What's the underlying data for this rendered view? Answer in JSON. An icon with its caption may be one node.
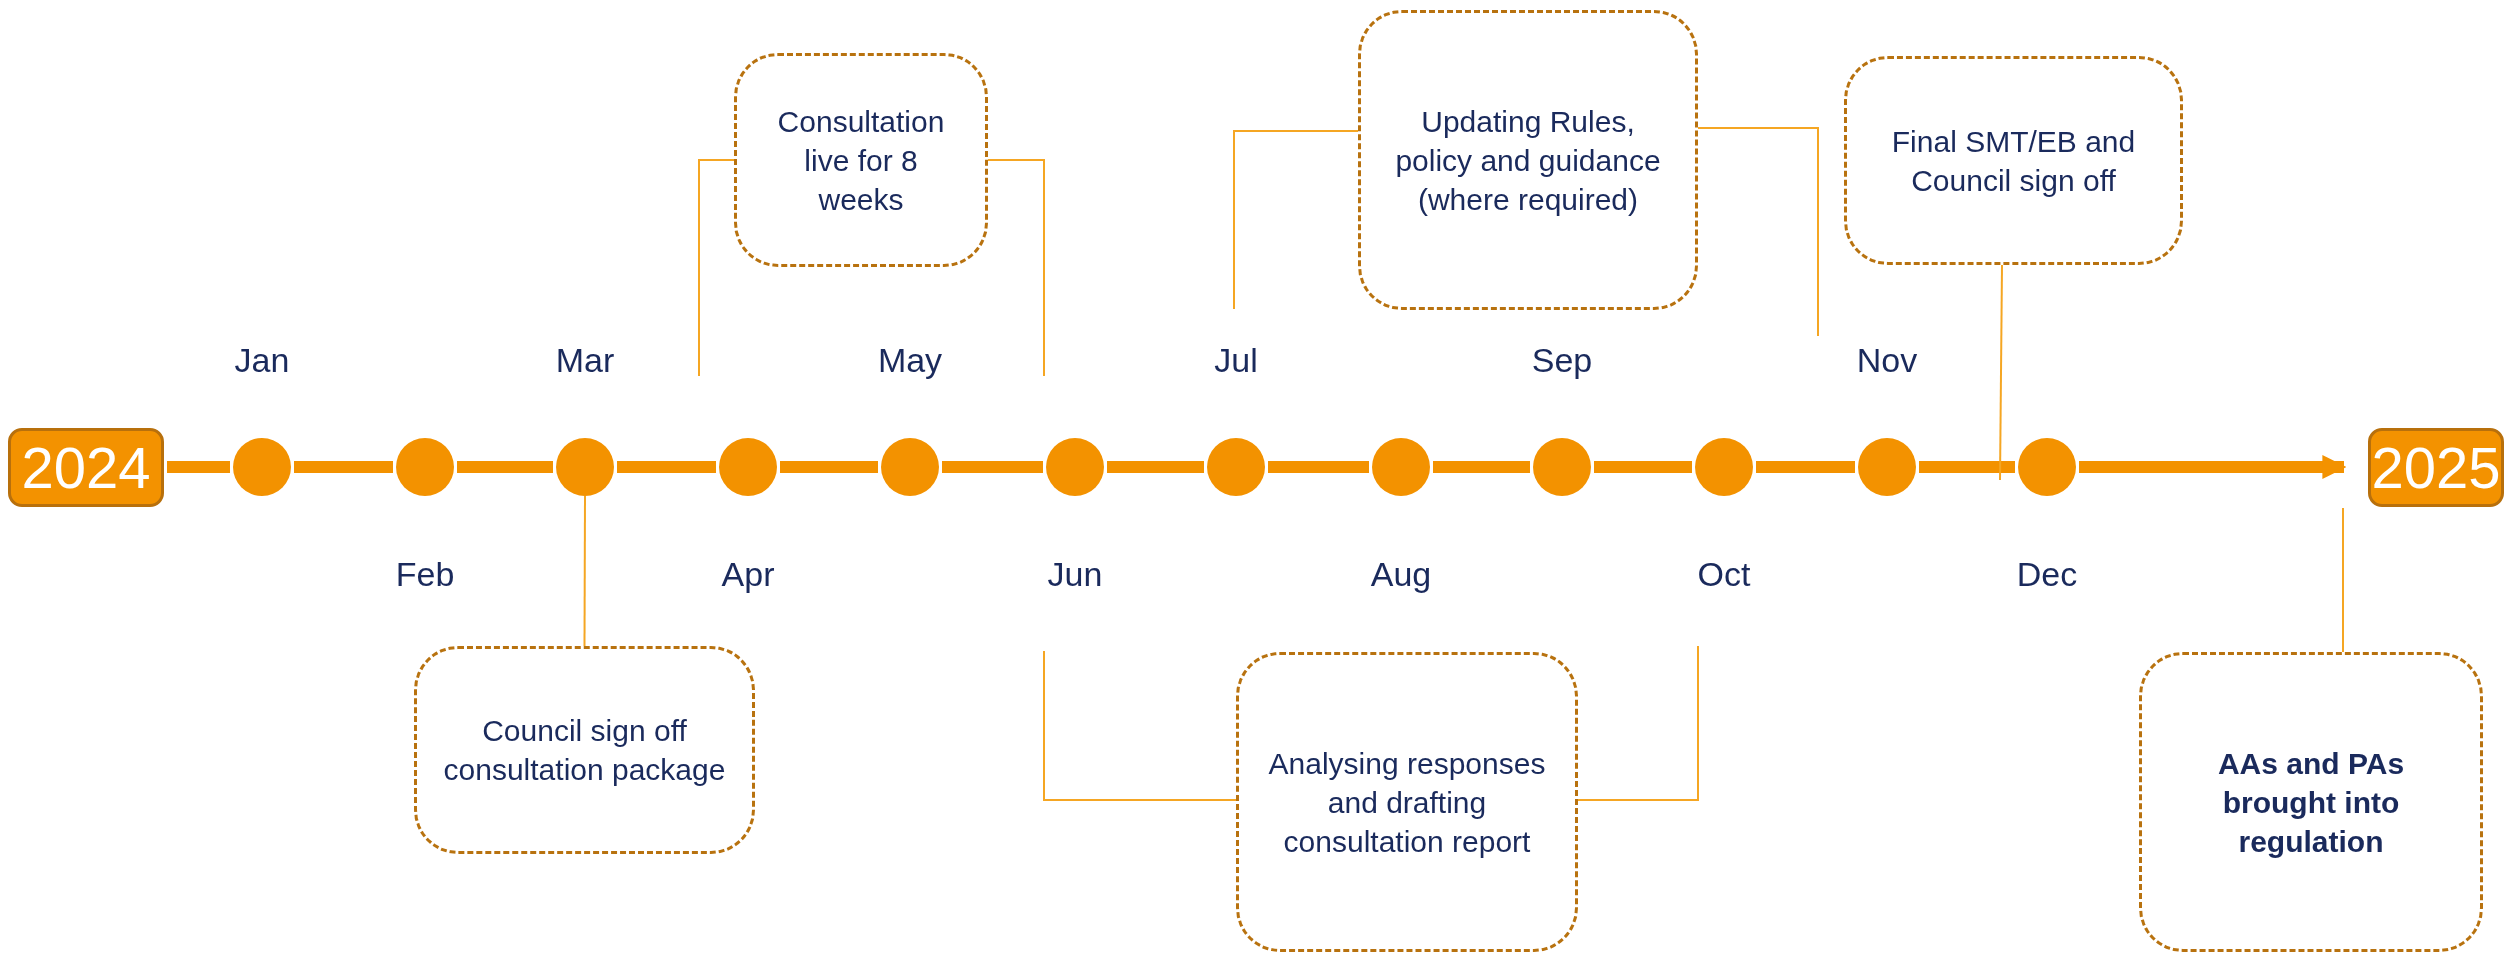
{
  "diagram": {
    "nodes": [
      {
        "text": [
          "2024"
        ]
      },
      {
        "text": [],
        "shape": "circle",
        "beside": [
          "Jan"
        ]
      },
      {
        "text": [],
        "shape": "circle",
        "beside": [
          "Feb"
        ]
      },
      {
        "text": [],
        "shape": "circle",
        "beside": [
          "Mar"
        ]
      },
      {
        "text": [],
        "shape": "circle",
        "beside": [
          "Apr"
        ]
      },
      {
        "text": [],
        "shape": "circle",
        "beside": [
          "May"
        ]
      },
      {
        "text": [],
        "shape": "circle",
        "beside": [
          "Jun"
        ]
      },
      {
        "text": [],
        "shape": "circle",
        "beside": [
          "Jul"
        ]
      },
      {
        "text": [],
        "shape": "circle",
        "beside": [
          "Aug"
        ]
      },
      {
        "text": [],
        "shape": "circle",
        "beside": [
          "Sep"
        ]
      },
      {
        "text": [],
        "shape": "circle",
        "beside": [
          "Oct"
        ]
      },
      {
        "text": [],
        "shape": "circle",
        "beside": [
          "Nov"
        ]
      },
      {
        "text": [],
        "shape": "circle",
        "beside": [
          "Dec"
        ]
      },
      {
        "text": [
          "2025"
        ]
      },
      {
        "text": [
          "Consultation live for 8 weeks"
        ]
      },
      {
        "text": [
          "Updating Rules, policy and guidance (where required)"
        ]
      },
      {
        "text": [
          "Final SMT/EB and Council sign off"
        ]
      },
      {
        "text": [
          "Council sign off consultation package"
        ]
      },
      {
        "text": [
          "Analysing responses and drafting consultation report"
        ]
      },
      {
        "text": [
          "AAs and PAs brought into regulation"
        ]
      }
    ],
    "edges": [
      {
        "from": 0,
        "to": 1,
        "arrow": "none"
      },
      {
        "from": 1,
        "to": 2,
        "arrow": "none"
      },
      {
        "from": 2,
        "to": 3,
        "arrow": "none"
      },
      {
        "from": 3,
        "to": 4,
        "arrow": "none"
      },
      {
        "from": 4,
        "to": 5,
        "arrow": "none"
      },
      {
        "from": 5,
        "to": 6,
        "arrow": "none"
      },
      {
        "from": 6,
        "to": 7,
        "arrow": "none"
      },
      {
        "from": 7,
        "to": 8,
        "arrow": "none"
      },
      {
        "from": 8,
        "to": 9,
        "arrow": "none"
      },
      {
        "from": 9,
        "to": 10,
        "arrow": "none"
      },
      {
        "from": 10,
        "to": 11,
        "arrow": "none"
      },
      {
        "from": 11,
        "to": 12,
        "arrow": "none"
      },
      {
        "from": 12,
        "to": 13,
        "arrow": "to"
      },
      {
        "from": 14,
        "to": null,
        "arrow": "none"
      },
      {
        "from": 14,
        "to": null,
        "arrow": "none"
      },
      {
        "from": 15,
        "to": null,
        "arrow": "none"
      },
      {
        "from": 15,
        "to": null,
        "arrow": "none"
      },
      {
        "from": 16,
        "to": 12,
        "arrow": "none"
      },
      {
        "from": 17,
        "to": 3,
        "arrow": "none"
      },
      {
        "from": 18,
        "to": null,
        "arrow": "none"
      },
      {
        "from": 18,
        "to": null,
        "arrow": "none"
      },
      {
        "from": 19,
        "to": 13,
        "arrow": "none"
      }
    ]
  }
}
